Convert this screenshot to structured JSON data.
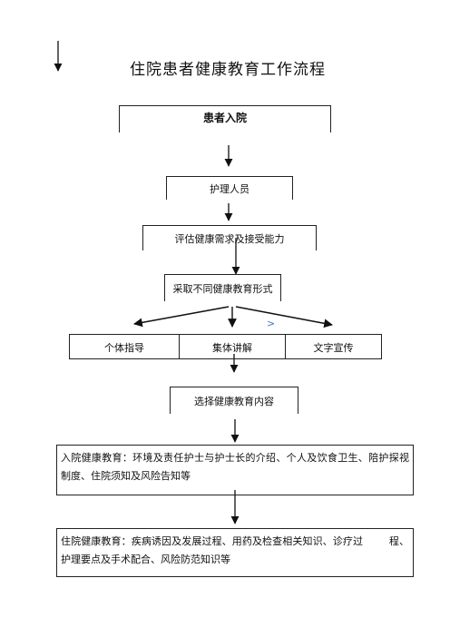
{
  "title": "住院患者健康教育工作流程",
  "steps": {
    "admission": "患者入院",
    "nurse": "护理人员",
    "assess": "评估健康需求及接受能力",
    "forms": "采取不同健康教育形式"
  },
  "forms_options": [
    "个体指导",
    "集体讲解",
    "文字宣传"
  ],
  "select_content": "选择健康教育内容",
  "admission_education": "入院健康教育：环境及责任护士与护士长的介绍、个人及饮食卫生、陪护探视制度、住院须知及风险告知等",
  "inpatient_education": "住院健康教育：疾病诱因及发展过程、用药及检查相关知识、诊疗过        程、护理要点及手术配合、风险防范知识等",
  "caret_mark": ">"
}
